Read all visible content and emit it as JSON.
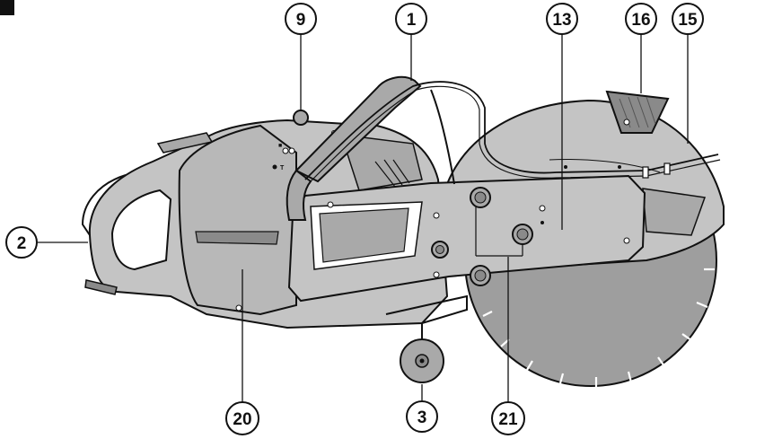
{
  "diagram": {
    "subject": "cut-off saw",
    "colors": {
      "background": "#ffffff",
      "body_light": "#c4c4c4",
      "body_mid": "#a9a9a9",
      "body_dark": "#8a8a8a",
      "blade": "#9e9e9e",
      "outline": "#111111",
      "corner_tab": "#111111"
    },
    "callouts": [
      {
        "id": "c9",
        "label": "9"
      },
      {
        "id": "c1",
        "label": "1"
      },
      {
        "id": "c13",
        "label": "13"
      },
      {
        "id": "c16",
        "label": "16"
      },
      {
        "id": "c15",
        "label": "15"
      },
      {
        "id": "c2",
        "label": "2"
      },
      {
        "id": "c20",
        "label": "20"
      },
      {
        "id": "c3",
        "label": "3"
      },
      {
        "id": "c21",
        "label": "21"
      }
    ],
    "panel_marks": {
      "ignition_symbol": "T",
      "choke_symbol": "■"
    }
  }
}
